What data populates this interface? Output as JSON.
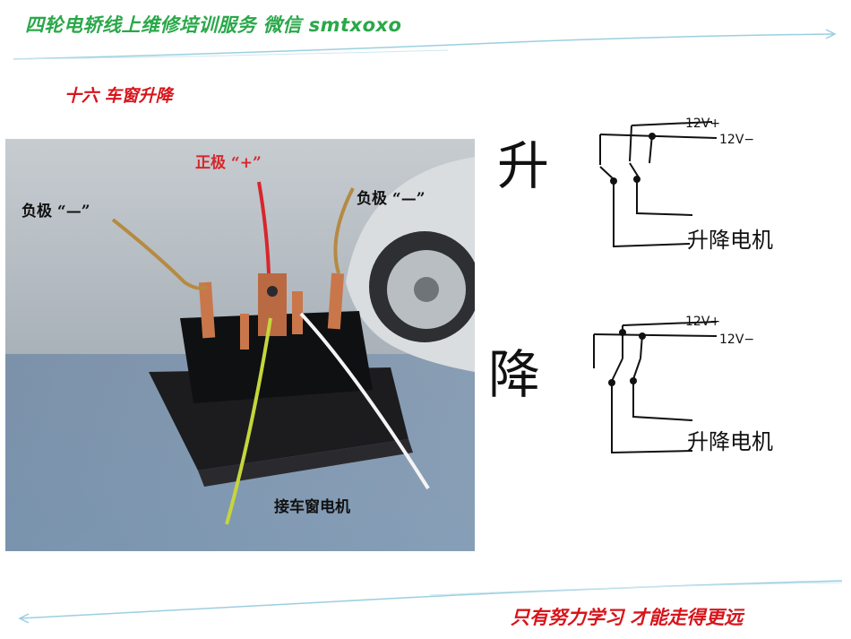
{
  "header": {
    "title": "四轮电轿线上维修培训服务 微信 smtxoxo"
  },
  "section": {
    "title": "十六 车窗升降"
  },
  "photo": {
    "labels": {
      "positive": "正极 “+”",
      "negative_left": "负极 “—”",
      "negative_right": "负极 “—”",
      "motor": "接车窗电机"
    }
  },
  "diagrams": {
    "up": {
      "char": "升",
      "v_pos": "12V+",
      "v_neg": "12V−",
      "motor": "升降电机"
    },
    "down": {
      "char": "降",
      "v_pos": "12V+",
      "v_neg": "12V−",
      "motor": "升降电机"
    }
  },
  "footer": {
    "motto": "只有努力学习 才能走得更远"
  },
  "colors": {
    "header_green": "#2aa84a",
    "accent_red": "#d8141b",
    "line_blue": "#9ccfe0"
  }
}
